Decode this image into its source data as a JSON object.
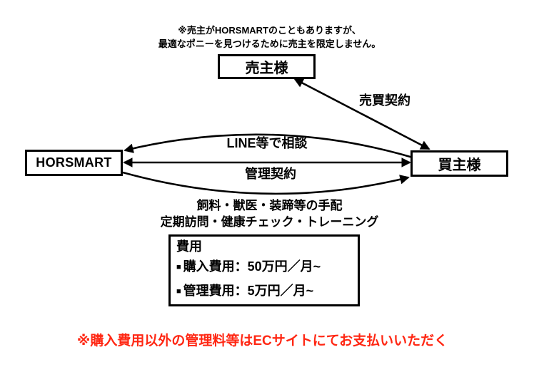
{
  "note": {
    "line1": "※売主がHORSMARTのこともありますが、",
    "line2": "最適なポニーを見つけるために売主を限定しません。"
  },
  "nodes": {
    "seller": {
      "label": "売主様"
    },
    "company": {
      "label": "HORSMART"
    },
    "buyer": {
      "label": "買主様"
    }
  },
  "relations": {
    "sales_contract": {
      "label": "売買契約",
      "between": "売主様 ↔ 買主様"
    },
    "line_consult": {
      "label": "LINE等で相談",
      "between": "買主様 → HORSMART"
    },
    "management_contract": {
      "label": "管理契約",
      "between": "HORSMART ↔ 買主様"
    }
  },
  "services": {
    "line1": "飼料・獣医・装蹄等の手配",
    "line2": "定期訪問・健康チェック・トレーニング"
  },
  "cost_box": {
    "title": "費用",
    "bullet": "■",
    "items": [
      {
        "text": "購入費用：50万円／月~"
      },
      {
        "text": "管理費用：5万円／月~"
      }
    ]
  },
  "footnote": "※購入費用以外の管理料等はECサイトにてお支払いいただく",
  "colors": {
    "line": "#000000",
    "accent_red": "#ff2713",
    "background": "#ffffff"
  }
}
